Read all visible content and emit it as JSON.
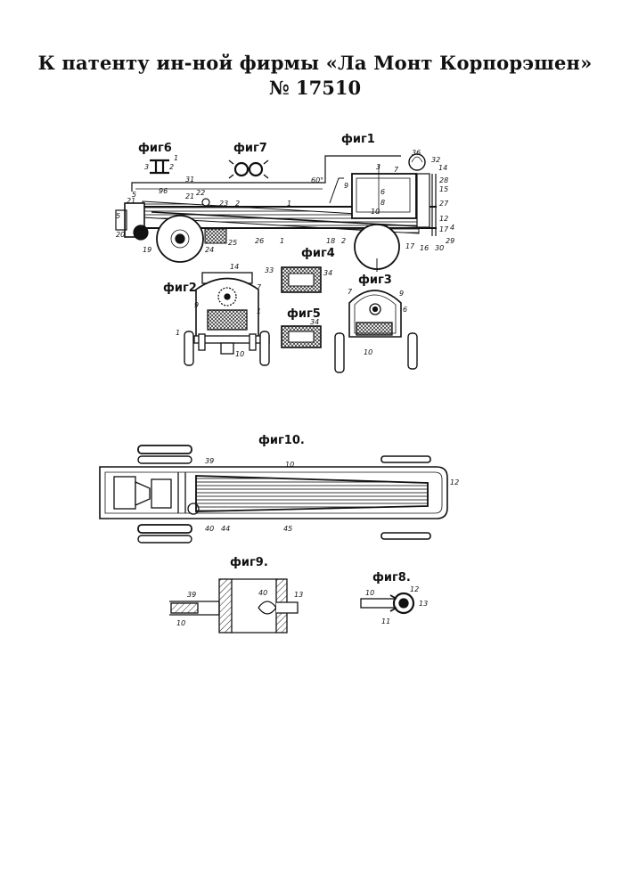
{
  "header": {
    "line1": "К патенту ин-ной фирмы «Ла Монт Корпорэшен»",
    "line2": "№ 17510"
  },
  "figures": {
    "fig1": "фиг1",
    "fig2": "фиг2",
    "fig3": "фиг3",
    "fig4": "фиг4",
    "fig5": "фиг5",
    "fig6": "фиг6",
    "fig7": "фиг7",
    "fig8": "фиг8.",
    "fig9": "фиг9.",
    "fig10": "фиг10."
  },
  "fig1_labels": {
    "l3": "3",
    "l1": "1",
    "l2": "2",
    "l7": "7",
    "l9": "9",
    "l6": "6",
    "l8": "8",
    "l10": "10",
    "l36": "36",
    "l32": "32",
    "l14": "14",
    "l28": "28",
    "l15": "15",
    "l27": "27",
    "l12": "12",
    "l4": "4",
    "l17": "17",
    "l29": "29",
    "l30": "30",
    "l16": "16",
    "l31": "31",
    "l96": "96",
    "l5": "5",
    "l21": "21",
    "l22": "22",
    "l23": "23",
    "l20": "20",
    "l19": "19",
    "l24": "24",
    "l25": "25",
    "l26": "26",
    "l18": "18",
    "angle": "60°"
  },
  "fig2_labels": {
    "l14": "14",
    "l7": "7",
    "l9": "9",
    "l1": "1",
    "l10": "10"
  },
  "fig3_labels": {
    "l7": "7",
    "l9": "9",
    "l6": "6",
    "l10": "10"
  },
  "fig4_labels": {
    "l33": "33",
    "l34": "34"
  },
  "fig5_labels": {
    "l34": "34"
  },
  "fig10_labels": {
    "l39": "39",
    "l10": "10",
    "l12": "12",
    "l40": "40",
    "l44": "44",
    "l45": "45"
  },
  "fig9_labels": {
    "l39": "39",
    "l40": "40",
    "l13": "13",
    "l10": "10"
  },
  "fig8_labels": {
    "l10": "10",
    "l12": "12",
    "l13": "13",
    "l11": "11"
  }
}
